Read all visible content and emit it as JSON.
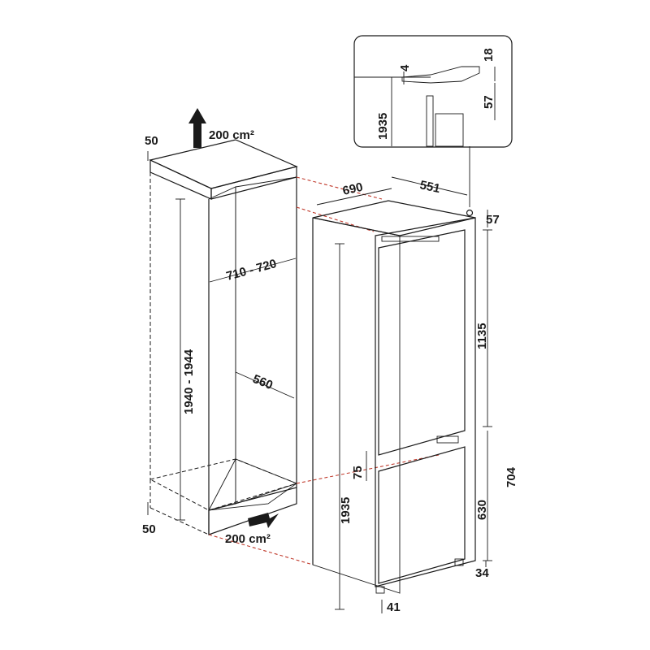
{
  "labels": {
    "vent_top_area": "200 cm²",
    "vent_top_gap": "50",
    "vent_bottom_area": "200 cm²",
    "vent_bottom_gap": "50",
    "niche_height": "1940 - 1944",
    "niche_width": "710 - 720",
    "niche_depth": "560",
    "appliance_depth": "690",
    "appliance_width": "551",
    "top_offset": "57",
    "upper_door": "1135",
    "lower_door_total": "704",
    "lower_door": "630",
    "bottom_offset": "34",
    "door_gap": "75",
    "appliance_height": "1935",
    "foot": "41",
    "detail_gap": "4",
    "detail_top": "18",
    "detail_hinge": "57",
    "detail_height": "1935"
  },
  "colors": {
    "line": "#1a1a1a",
    "niche_back": "#d4d4d4",
    "cabinet_top": "#eaeaea",
    "appliance_side": "#f0f0f0",
    "alignment_line": "#c0392b"
  }
}
